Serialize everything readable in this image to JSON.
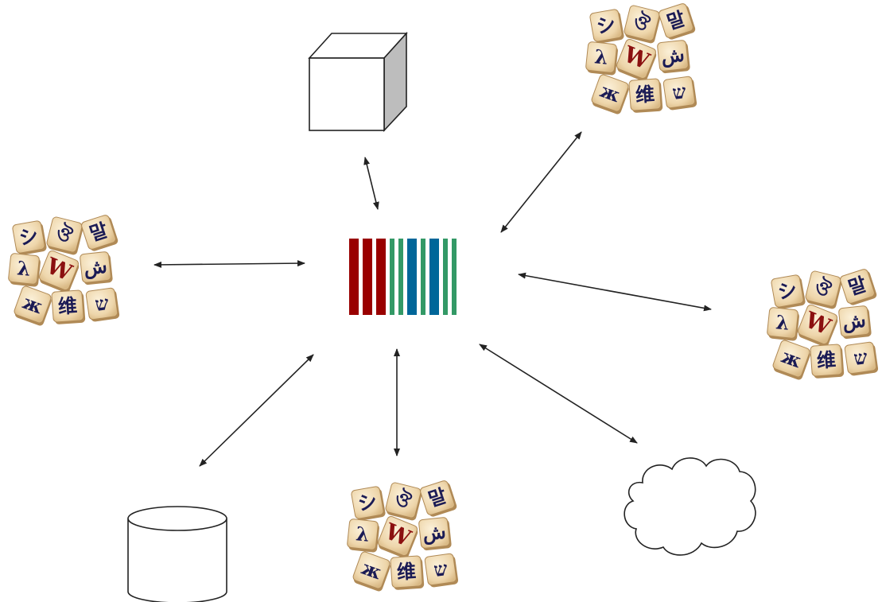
{
  "diagram": {
    "hub": {
      "name": "wikidata-logo",
      "bars": [
        {
          "color": "#990000",
          "weight": "thick"
        },
        {
          "color": "#990000",
          "weight": "thick"
        },
        {
          "color": "#990000",
          "weight": "thick"
        },
        {
          "color": "#339966",
          "weight": "thin"
        },
        {
          "color": "#339966",
          "weight": "thin"
        },
        {
          "color": "#006699",
          "weight": "thick"
        },
        {
          "color": "#339966",
          "weight": "thin"
        },
        {
          "color": "#006699",
          "weight": "thick"
        },
        {
          "color": "#339966",
          "weight": "thin"
        },
        {
          "color": "#339966",
          "weight": "thin"
        }
      ]
    },
    "nodes": [
      {
        "id": "cube",
        "icon": "cube-icon"
      },
      {
        "id": "wiki-top-right",
        "icon": "wikipedia-puzzle-icon"
      },
      {
        "id": "wiki-left",
        "icon": "wikipedia-puzzle-icon"
      },
      {
        "id": "wiki-right",
        "icon": "wikipedia-puzzle-icon"
      },
      {
        "id": "database",
        "icon": "database-cylinder-icon"
      },
      {
        "id": "wiki-bottom",
        "icon": "wikipedia-puzzle-icon"
      },
      {
        "id": "cloud",
        "icon": "cloud-icon"
      }
    ],
    "connections": [
      {
        "from": "hub",
        "to": "cube",
        "bidirectional": true
      },
      {
        "from": "hub",
        "to": "wiki-top-right",
        "bidirectional": true
      },
      {
        "from": "hub",
        "to": "wiki-left",
        "bidirectional": true
      },
      {
        "from": "hub",
        "to": "wiki-right",
        "bidirectional": true
      },
      {
        "from": "hub",
        "to": "database",
        "bidirectional": true
      },
      {
        "from": "hub",
        "to": "wiki-bottom",
        "bidirectional": true
      },
      {
        "from": "hub",
        "to": "cloud",
        "bidirectional": true
      }
    ],
    "puzzle_glyphs": [
      "シ",
      "ঔ",
      "말",
      "λ",
      "W",
      "ش",
      "ж",
      "维",
      "ש"
    ],
    "colors": {
      "tile_face": "#f1ddb8",
      "tile_edge": "#b08a56",
      "glyph": "#1b1b55",
      "glyph_w": "#8b1010",
      "line": "#222222",
      "cube_side": "#bdbdbd"
    }
  }
}
